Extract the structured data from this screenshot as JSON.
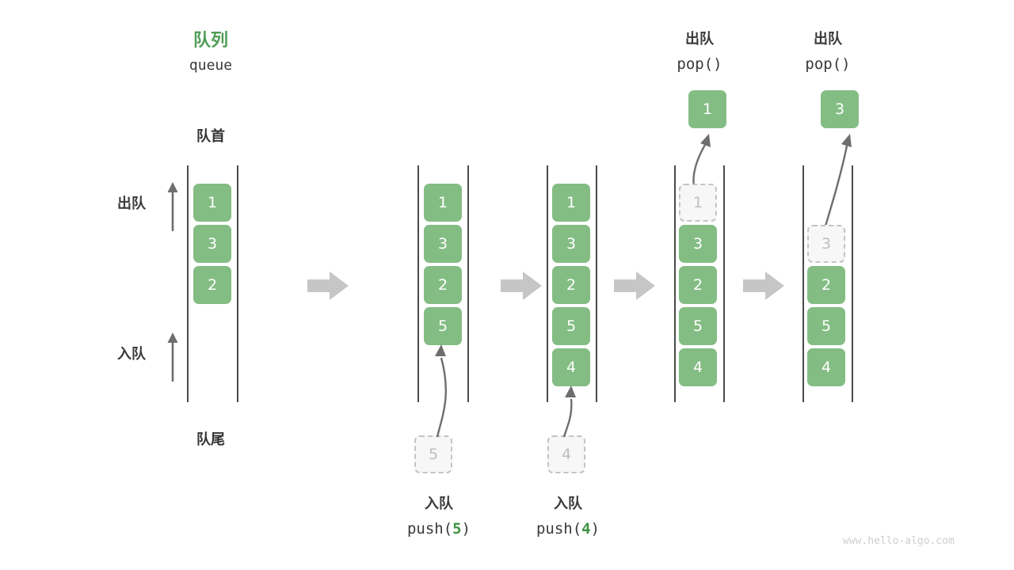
{
  "diagram": {
    "title_cn": "队列",
    "title_en": "queue",
    "front_label": "队首",
    "rear_label": "队尾",
    "dequeue_side_label": "出队",
    "enqueue_side_label": "入队",
    "watermark": "www.hello-algo.com",
    "accent_green": "#4f9d55",
    "cell_green": "#84bd84",
    "ghost_grey": "#bdbdbd",
    "arrow_grey": "#c4c4c4"
  },
  "columns": [
    {
      "id": "initial",
      "cells": [
        "1",
        "3",
        "2"
      ],
      "ghost": null,
      "popped": null,
      "op_cn": null,
      "op_code": null
    },
    {
      "id": "push-5",
      "cells": [
        "1",
        "3",
        "2",
        "5"
      ],
      "ghost": "5",
      "popped": null,
      "op_cn": "入队",
      "op_code_prefix": "push(",
      "op_code_value": "5",
      "op_code_suffix": ")"
    },
    {
      "id": "push-4",
      "cells": [
        "1",
        "3",
        "2",
        "5",
        "4"
      ],
      "ghost": "4",
      "popped": null,
      "op_cn": "入队",
      "op_code_prefix": "push(",
      "op_code_value": "4",
      "op_code_suffix": ")"
    },
    {
      "id": "pop-1",
      "cells": [
        "3",
        "2",
        "5",
        "4"
      ],
      "ghost": "1",
      "popped": "1",
      "op_cn": "出队",
      "op_code_prefix": "pop(",
      "op_code_value": "",
      "op_code_suffix": ")"
    },
    {
      "id": "pop-3",
      "cells": [
        "2",
        "5",
        "4"
      ],
      "ghost": "3",
      "popped": "3",
      "op_cn": "出队",
      "op_code_prefix": "pop(",
      "op_code_value": "",
      "op_code_suffix": ")"
    }
  ]
}
